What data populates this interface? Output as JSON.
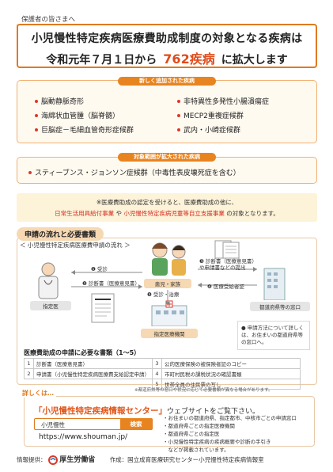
{
  "header": {
    "addressee": "保護者の皆さまへ",
    "title_line1": "小児慢性特定疾病医療費助成制度の対象となる疾病は",
    "title_line2_prefix": "令和元年７月１日から",
    "title_line2_highlight": "762疾病",
    "title_line2_suffix": "に拡大します"
  },
  "new_diseases": {
    "heading": "新しく追加された疾病",
    "items": [
      "脳動静脈奇形",
      "海綿状血管腫（脳脊髄）",
      "巨脳症－毛細血管奇形症候群",
      "非特異性多発性小腸潰瘍症",
      "MECP2重複症候群",
      "武内・小崎症候群"
    ]
  },
  "expanded": {
    "heading": "対象範囲が拡大された疾病",
    "items": [
      "スティーブンス・ジョンソン症候群（中毒性表皮壊死症を含む）"
    ]
  },
  "note": {
    "line1": "※医療費助成の認定を受けると、医療費助成の他に、",
    "line2_red1": "日常生活用具給付事業",
    "line2_mid": " や ",
    "line2_red2": "小児慢性特定疾病児童等自立支援事業",
    "line2_tail": " の対象となります。"
  },
  "flow": {
    "heading": "申請の流れと必要書類",
    "subheading": "＜ 小児慢性特定疾病医療費申請の流れ ＞",
    "patient_label": "患児・家族",
    "doctor_label": "指定医",
    "office_label": "都道府県等の窓口",
    "hospital_label": "指定医療機関",
    "step1": "受診",
    "step2": "診断書（医療意見書）",
    "step3": "診断書（医療意見書）や申請書などの提出",
    "step4": "医療受給者証",
    "step5": "受診・治療",
    "side_note": "申請方法について詳しくは、お住まいの都道府県等の窓口へ。"
  },
  "docs": {
    "title": "医療費助成の申請に必要な書類（1～5）",
    "rows": [
      {
        "n": "1",
        "t": "診断書（医療意見書）"
      },
      {
        "n": "2",
        "t": "申請書（小児慢性特定疾病医療費支給認定申請）"
      },
      {
        "n": "3",
        "t": "公的医療保険の被保険者証のコピー"
      },
      {
        "n": "4",
        "t": "市町村民税の課税状況の確認書類"
      },
      {
        "n": "5",
        "t": "世帯全員の住民票の写し"
      }
    ],
    "footnote": "※都道府県等の窓口や状況に応じて必要書類が異なる場合があります。"
  },
  "center": {
    "detail_heading": "詳しくは…",
    "title": "「小児慢性特定疾病情報センター」",
    "title_tail": "ウェブサイトをご覧下さい。",
    "search_text": "小児慢性",
    "search_button": "検索",
    "url": "https://www.shouman.jp/",
    "bullets": [
      "・お住まいの都道府県、指定都市、中核市ごとの申請窓口",
      "・都道府県ごとの指定医療機関",
      "・都道府県ごとの指定医",
      "・小児慢性特定疾病の疾病概要や診断の手引き",
      "　などが掲載されています。"
    ]
  },
  "footer": {
    "provider_label": "情報提供：",
    "ministry": "厚生労働省",
    "author": "作成：国立成育医療研究センター小児慢性特定疾病情報室"
  },
  "colors": {
    "accent": "#e8841f",
    "red": "#d22a1f",
    "ministry_red": "#d93a2b"
  }
}
